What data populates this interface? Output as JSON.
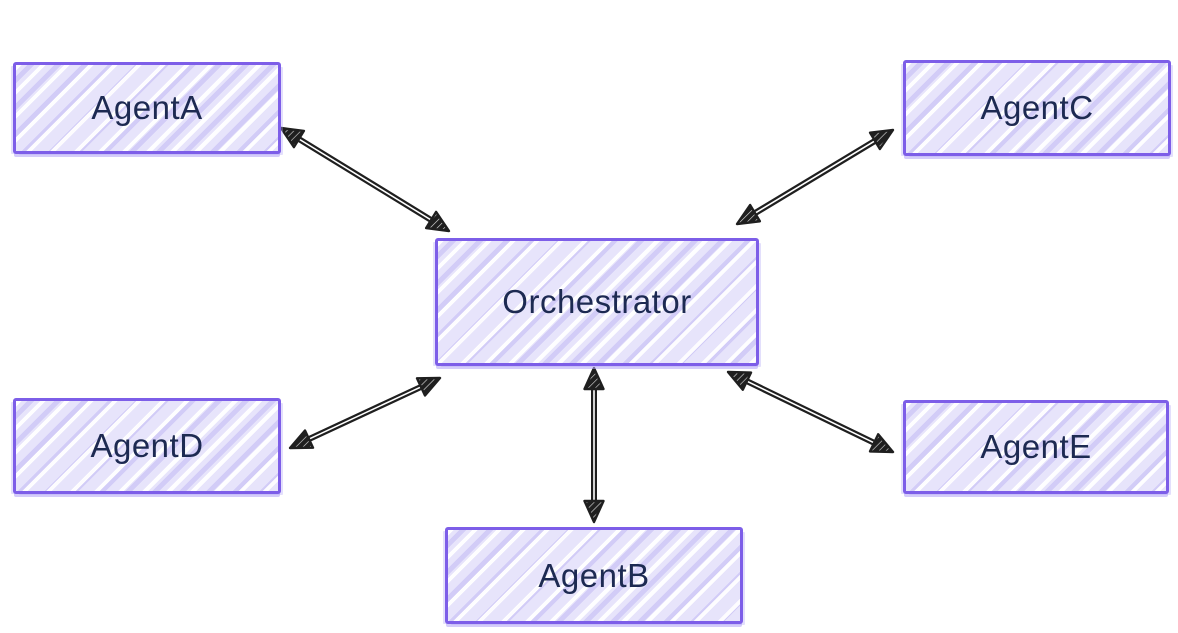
{
  "diagram": {
    "type": "hub-and-spoke",
    "nodes": [
      {
        "id": "agent-a",
        "label": "AgentA"
      },
      {
        "id": "agent-c",
        "label": "AgentC"
      },
      {
        "id": "orchestrator",
        "label": "Orchestrator"
      },
      {
        "id": "agent-d",
        "label": "AgentD"
      },
      {
        "id": "agent-e",
        "label": "AgentE"
      },
      {
        "id": "agent-b",
        "label": "AgentB"
      }
    ],
    "edges": [
      {
        "from": "Orchestrator",
        "to": "AgentA",
        "bidirectional": true,
        "style": "double-line"
      },
      {
        "from": "Orchestrator",
        "to": "AgentC",
        "bidirectional": true,
        "style": "double-line"
      },
      {
        "from": "Orchestrator",
        "to": "AgentD",
        "bidirectional": true,
        "style": "double-line"
      },
      {
        "from": "Orchestrator",
        "to": "AgentE",
        "bidirectional": true,
        "style": "double-line"
      },
      {
        "from": "Orchestrator",
        "to": "AgentB",
        "bidirectional": true,
        "style": "double-line"
      }
    ],
    "colors": {
      "node_border": "#7d5ee8",
      "node_fill": "#e7e4fb",
      "node_text": "#1d2a52",
      "arrow": "#1f1f1f",
      "background": "#ffffff"
    }
  }
}
